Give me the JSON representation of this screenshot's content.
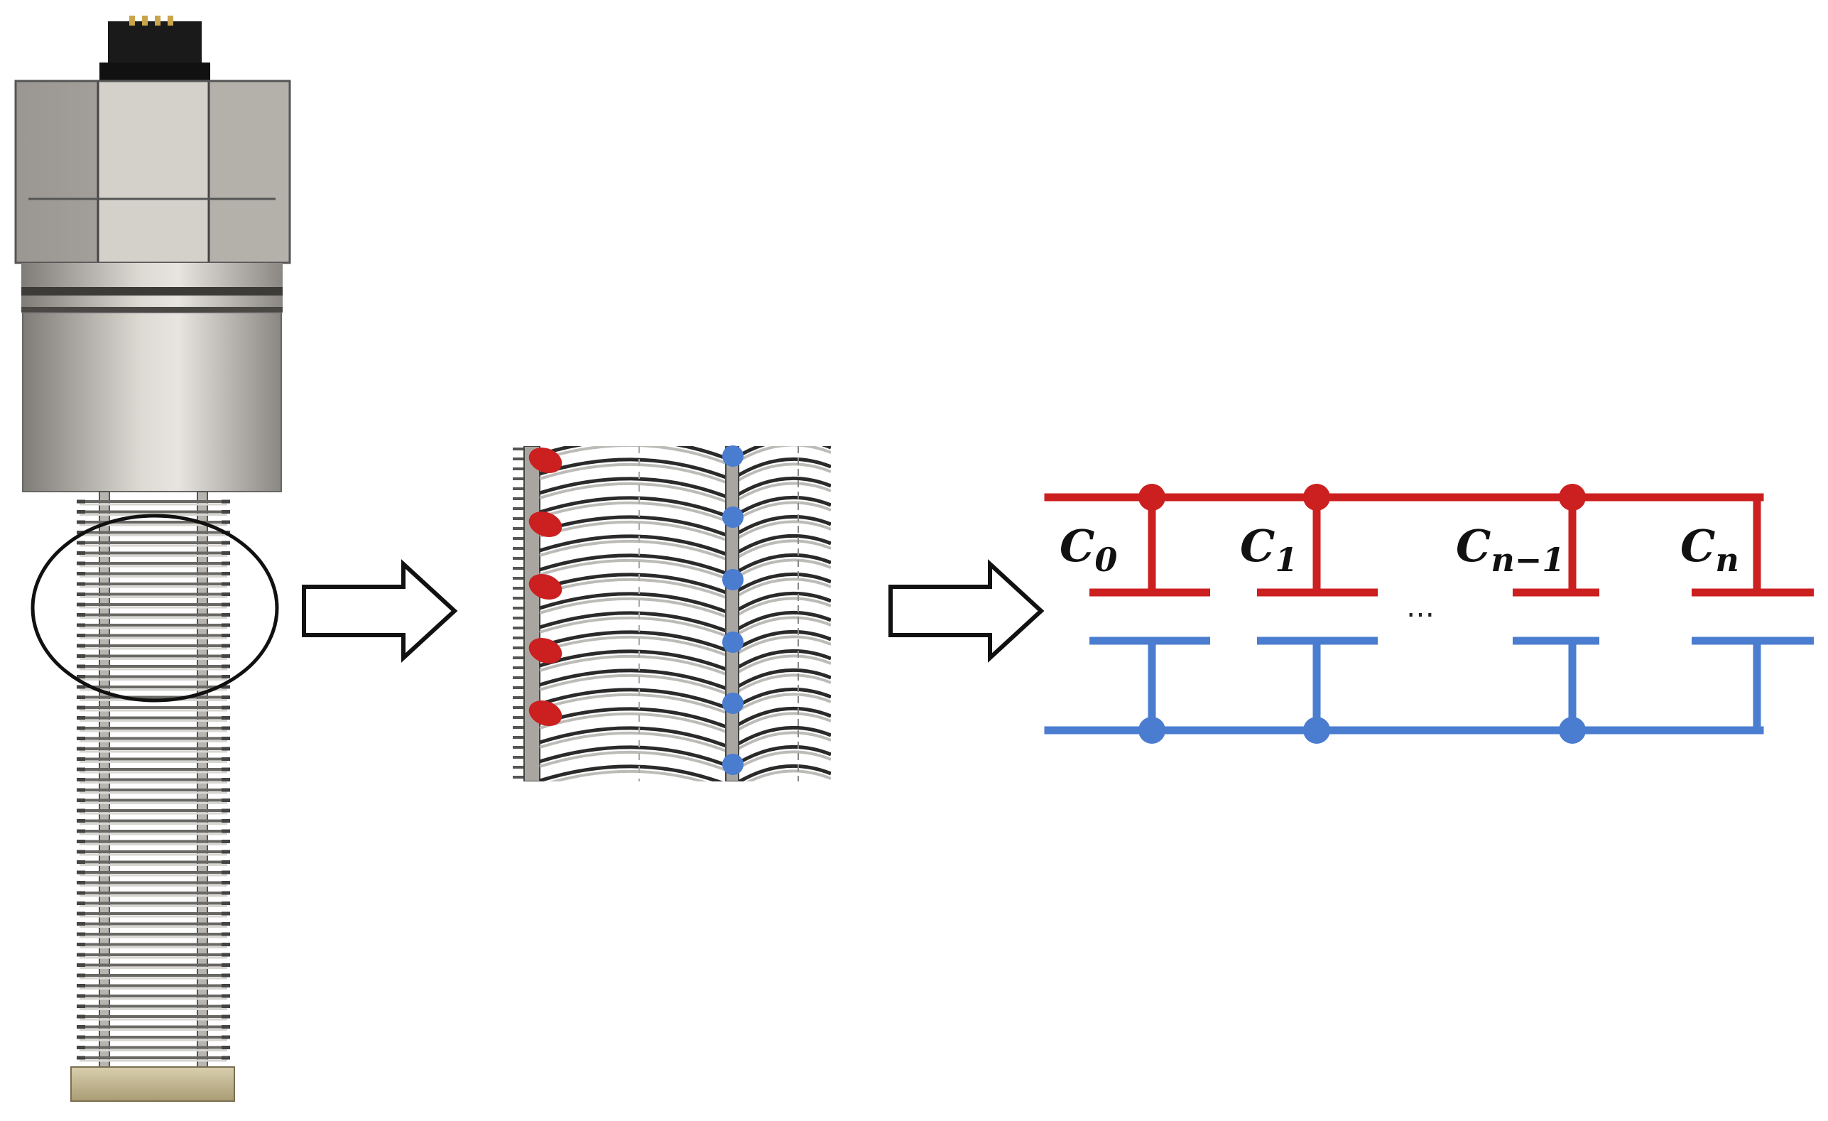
{
  "colors": {
    "positive": "#cc1f1f",
    "negative": "#4a7cd0",
    "housing_light": "#d6d2cc",
    "housing_dark": "#8e8b86",
    "base": "#cbbf9a",
    "outline": "#111111"
  },
  "icons": {
    "arrow": "right-arrow-icon",
    "ellipse": "zoom-ellipse-icon"
  },
  "circuit": {
    "capacitors": [
      {
        "base": "C",
        "sub": "0"
      },
      {
        "base": "C",
        "sub": "1"
      },
      {
        "base": "C",
        "sub": "n−1"
      },
      {
        "base": "C",
        "sub": "n"
      }
    ],
    "ellipsis": "…"
  }
}
